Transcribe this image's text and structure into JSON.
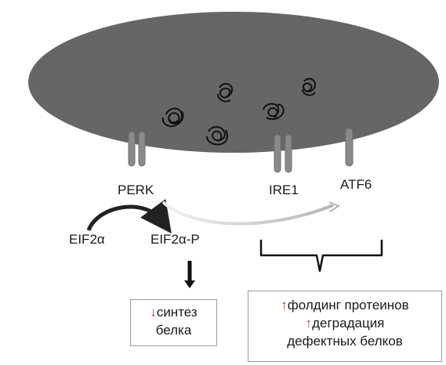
{
  "receptors": {
    "perk": "PERK",
    "ire1": "IRE1",
    "atf6": "ATF6"
  },
  "eif": {
    "left": "EIF2α",
    "right": "EIF2α-P"
  },
  "left_box": {
    "arrow": "↓",
    "line1": "синтез",
    "line2": "белка"
  },
  "right_box": {
    "arrow1": "↑",
    "line1": "фолдинг протеинов",
    "arrow2": "↑",
    "line2": "деградация",
    "line3": "дефектных белков"
  },
  "colors": {
    "er_fill": "#666666",
    "receptor": "#8a8a8a",
    "arrow_dark": "#222222",
    "highlight_red": "#c0392b"
  }
}
